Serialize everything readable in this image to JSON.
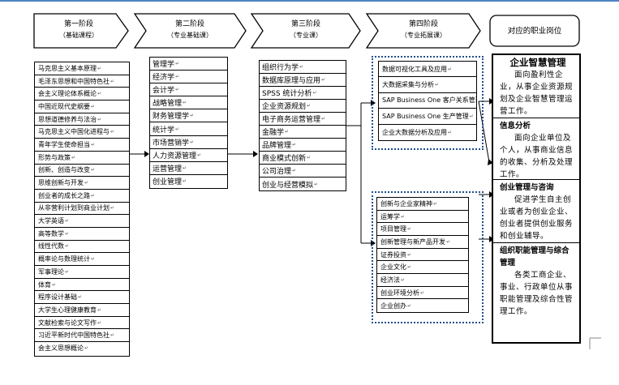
{
  "stages": [
    {
      "line1": "第一阶段",
      "line2": "（基础课程）"
    },
    {
      "line1": "第二阶段",
      "line2": "（专业基础课）"
    },
    {
      "line1": "第三阶段",
      "line2": "（专业课）"
    },
    {
      "line1": "第四阶段",
      "line2": "（专业拓展课）"
    }
  ],
  "career_header": "对应的职业岗位",
  "stage1_courses": [
    "马克思主义基本原理",
    "毛泽东思想和中国特色社",
    "会主义理论体系概论",
    "中国近现代史纲要",
    "思想道德修养与法治",
    "马克思主义中国化进程与",
    "青年学生使命担当",
    "形势与政策",
    "创新、创造与改变",
    "思维创新与开发",
    "创业者的成长之路",
    "从非营利计划到商业计划",
    "大学英语",
    "高等数学",
    "线性代数",
    "概率论与数理统计",
    "军事理论",
    "体育",
    "程序设计基础",
    "大学生心理健康教育",
    "文献检索与论文写作",
    "习近平新时代中国特色社",
    "会主义思想概论"
  ],
  "stage2_courses": [
    "管理学",
    "经济学",
    "会计学",
    "战略管理",
    "财务管理学",
    "统计学",
    "市场营销学",
    "人力资源管理",
    "运营管理",
    "创业管理"
  ],
  "stage3_courses": [
    "组织行为学",
    "数据库原理与应用",
    "SPSS 统计分析",
    "企业资源规划",
    "电子商务运营管理",
    "金融学",
    "品牌管理",
    "商业模式创新",
    "公司治理",
    "创业与经营模拟"
  ],
  "stage4_upper": [
    "数据可视化工具及应用",
    "大数据采集与分析",
    "SAP Business One 客户关系管理",
    "SAP Business One 生产管理",
    "企业大数据分析及应用"
  ],
  "stage4_lower": [
    "创新与企业家精神",
    "运筹学",
    "项目管理",
    "创新管理与新产品开发",
    "证券投资",
    "企业文化",
    "经济法",
    "创业环境分析",
    "企业创办"
  ],
  "careers": [
    {
      "title": "企业智慧管理",
      "desc": "面向盈利性企业，从事企业资源规划及企业智慧管理运营工作。"
    },
    {
      "title": "信息分析",
      "desc": "面向企业单位及个人，从事商业信息的收集、分析及处理工作。"
    },
    {
      "title": "创业管理与咨询",
      "desc": "促进学生自主创业或者为创业企业、创业者提供创业服务和创业辅导。"
    },
    {
      "title": "组织职能管理与综合管理",
      "desc": "各类工商企业、事业、行政单位从事职能管理及综合性管理工作。"
    }
  ],
  "colors": {
    "line": "#000000",
    "dotted_border": "#1f4e8c",
    "top_rule": "#4f83c2"
  }
}
